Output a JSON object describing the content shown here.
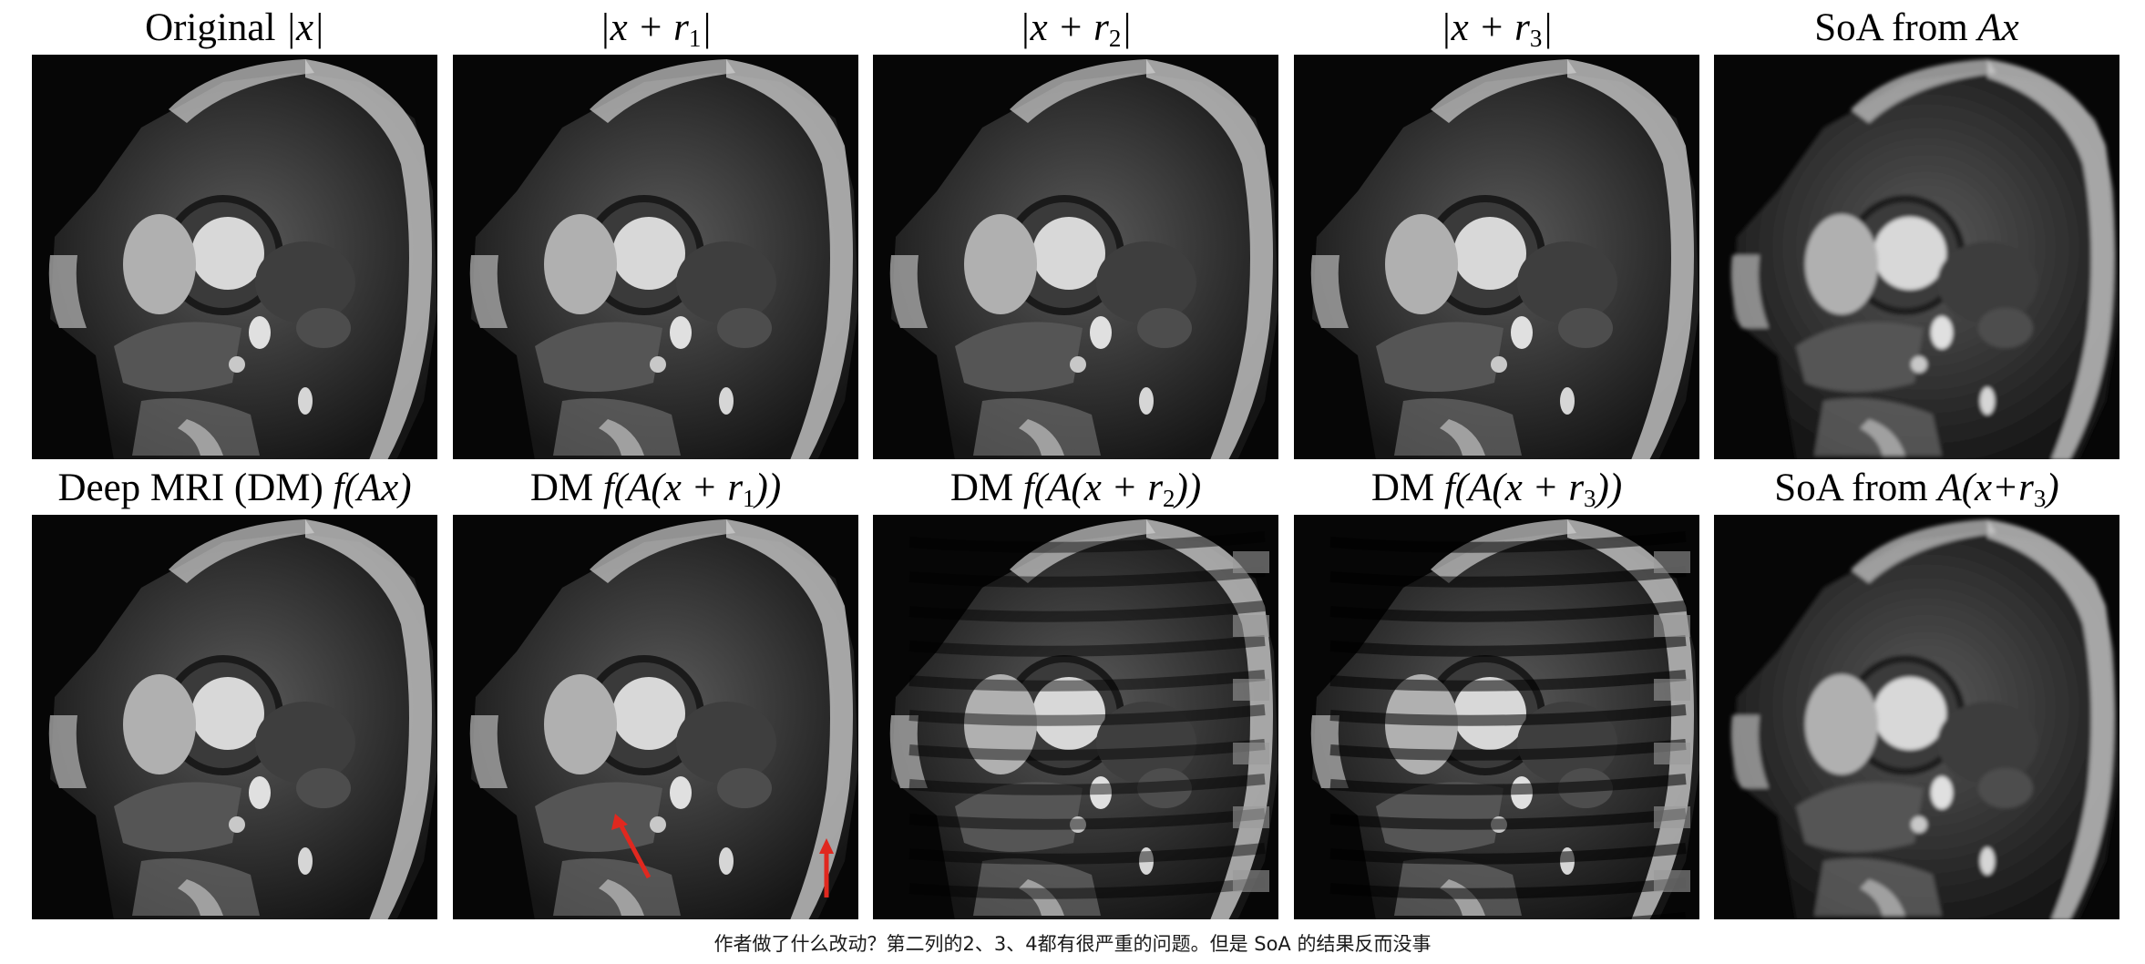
{
  "figure": {
    "panels": [
      {
        "title_parts": [
          {
            "t": "Original ",
            "m": false
          },
          {
            "t": "|x|",
            "m": true
          }
        ],
        "artifact": "none"
      },
      {
        "title_parts": [
          {
            "t": "|x + r",
            "m": true
          },
          {
            "t": "1",
            "sub": true
          },
          {
            "t": "|",
            "m": true
          }
        ],
        "artifact": "none"
      },
      {
        "title_parts": [
          {
            "t": "|x + r",
            "m": true
          },
          {
            "t": "2",
            "sub": true
          },
          {
            "t": "|",
            "m": true
          }
        ],
        "artifact": "none"
      },
      {
        "title_parts": [
          {
            "t": "|x + r",
            "m": true
          },
          {
            "t": "3",
            "sub": true
          },
          {
            "t": "|",
            "m": true
          }
        ],
        "artifact": "none"
      },
      {
        "title_parts": [
          {
            "t": "SoA from ",
            "m": false
          },
          {
            "t": "Ax",
            "m": true
          }
        ],
        "artifact": "smooth"
      },
      {
        "title_parts": [
          {
            "t": "Deep MRI (DM) ",
            "m": false
          },
          {
            "t": "f(Ax)",
            "m": true
          }
        ],
        "artifact": "none"
      },
      {
        "title_parts": [
          {
            "t": "DM  ",
            "m": false
          },
          {
            "t": "f(A(x + r",
            "m": true
          },
          {
            "t": "1",
            "sub": true
          },
          {
            "t": "))",
            "m": true
          }
        ],
        "artifact": "arrows"
      },
      {
        "title_parts": [
          {
            "t": "DM  ",
            "m": false
          },
          {
            "t": "f(A(x + r",
            "m": true
          },
          {
            "t": "2",
            "sub": true
          },
          {
            "t": "))",
            "m": true
          }
        ],
        "artifact": "stripes"
      },
      {
        "title_parts": [
          {
            "t": "DM  ",
            "m": false
          },
          {
            "t": "f(A(x + r",
            "m": true
          },
          {
            "t": "3",
            "sub": true
          },
          {
            "t": "))",
            "m": true
          }
        ],
        "artifact": "stripes-strong"
      },
      {
        "title_parts": [
          {
            "t": "SoA from ",
            "m": false
          },
          {
            "t": "A(x+r",
            "m": true
          },
          {
            "t": "3",
            "sub": true
          },
          {
            "t": ")",
            "m": true
          }
        ],
        "artifact": "smooth"
      }
    ],
    "arrow_color": "#e0281f"
  },
  "caption": "作者做了什么改动？第二列的2、3、4都有很严重的问题。但是 SoA 的结果反而没事"
}
